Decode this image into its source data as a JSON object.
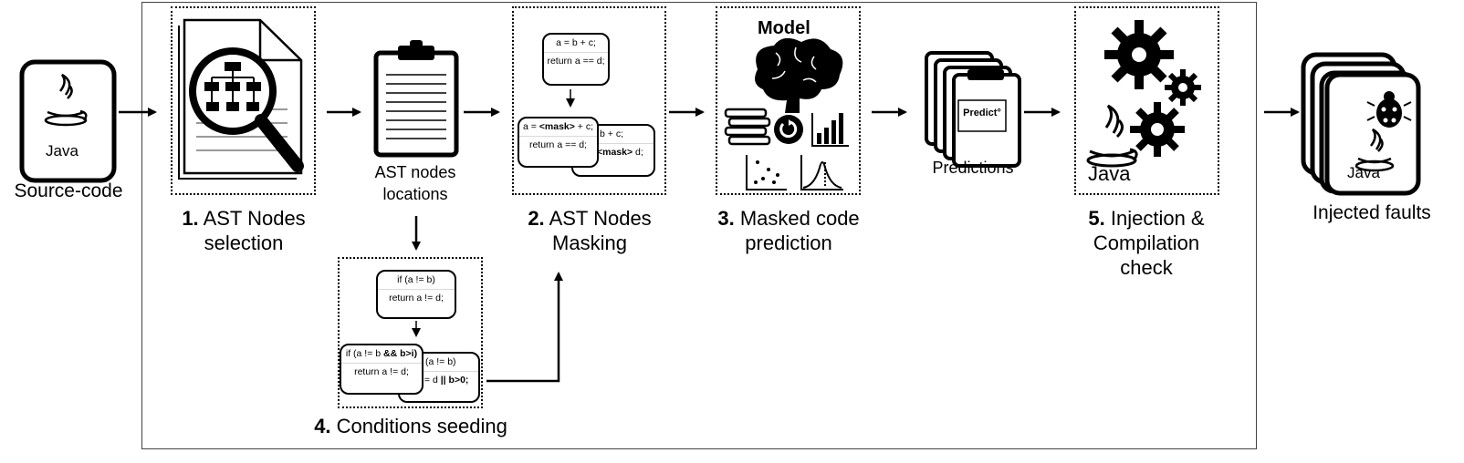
{
  "source": {
    "label": "Source-code",
    "java_label": "Java"
  },
  "steps": {
    "selection": {
      "num": "1.",
      "text": [
        "AST Nodes",
        "selection"
      ]
    },
    "locations": {
      "text": [
        "AST nodes",
        "locations"
      ]
    },
    "masking": {
      "num": "2.",
      "text": [
        "AST Nodes",
        "Masking"
      ],
      "code_top": [
        "a = b + c;",
        "return a == d;"
      ],
      "code_front": {
        "line1_pre": "a = ",
        "line1_mask": "<mask>",
        "line1_post": " + c;",
        "line2": "return a == d;"
      },
      "code_back": {
        "line1": "= b + c;",
        "line2_mask": "<mask>",
        "line2_post": " d;"
      }
    },
    "prediction": {
      "num": "3.",
      "text": [
        "Masked code",
        "prediction"
      ],
      "model_title": "Model"
    },
    "predictions": {
      "text": "Predictions",
      "card_label": "Predict°"
    },
    "injection": {
      "num": "5.",
      "text": [
        "Injection &",
        "Compilation",
        "check"
      ],
      "java_label": "Java"
    },
    "seeding": {
      "num": "4.",
      "text": "Conditions seeding",
      "code_top": [
        "if (a != b)",
        "return a != d;"
      ],
      "code_front": {
        "line1_pre": "if (a != b ",
        "line1_bold": "&& b>i)",
        "line2": "return a != d;"
      },
      "code_back": {
        "line1": "(a != b)",
        "line2_pre": "!= d ",
        "line2_bold": "|| b>0;"
      }
    }
  },
  "output": {
    "label": "Injected faults",
    "java_label": "Java"
  }
}
